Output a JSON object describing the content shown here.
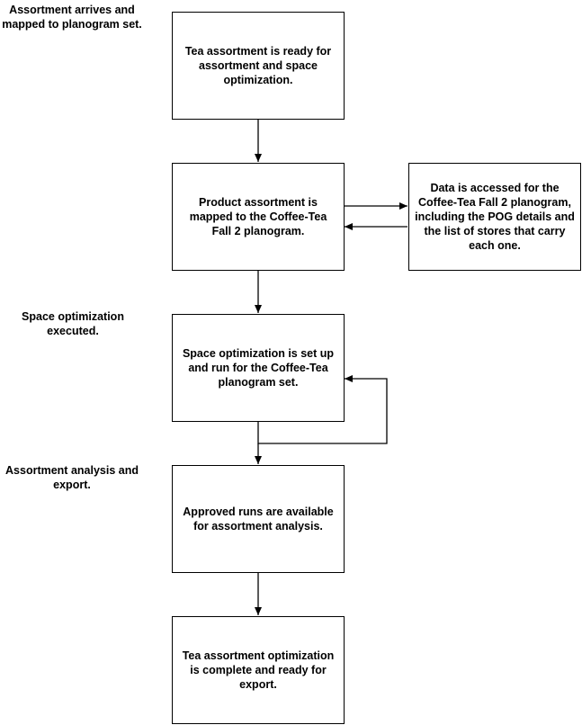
{
  "labels": {
    "stage_1": "Assortment arrives and mapped to planogram set.",
    "stage_2": "Space optimization executed.",
    "stage_3": "Assortment analysis and export."
  },
  "boxes": {
    "ready": "Tea assortment is ready for assortment and space optimization.",
    "mapped": "Product assortment is mapped to the Coffee-Tea Fall 2 planogram.",
    "data_access": "Data is accessed for the Coffee-Tea Fall 2 planogram, including the POG details and the list of stores that carry each one.",
    "optimization": "Space optimization is set up and run for the Coffee-Tea planogram set.",
    "approved": "Approved runs are available for assortment analysis.",
    "complete": "Tea assortment optimization is complete and ready for export."
  }
}
